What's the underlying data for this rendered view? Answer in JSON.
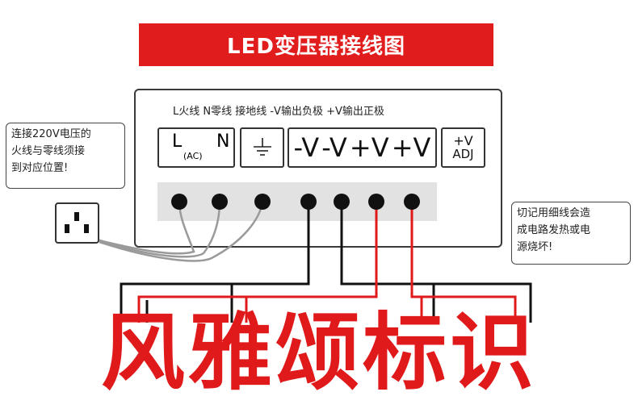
{
  "title": "LED变压器接线图",
  "device": {
    "legend": "L火线 N零线 接地线 -V输出负极 +V输出正极",
    "terminal_L": "L",
    "terminal_N": "N",
    "terminal_ac": "(AC)",
    "terminal_v": [
      "-V",
      "-V",
      "+V",
      "+V"
    ],
    "adj_top": "+V",
    "adj_bottom": "ADJ"
  },
  "note_left": [
    "连接220V电压的",
    "火线与零线须接",
    "到对应位置!"
  ],
  "note_right": [
    "切记用细线会造",
    "成电路发热或电",
    "源烧坏!"
  ],
  "watermark": "风雅颂标识",
  "colors": {
    "banner": "#e11c1c",
    "negative_wire": "#111111",
    "positive_wire": "#e0191b",
    "input_wire": "#9a9a9a",
    "watermark": "#e0191b"
  },
  "icons": {
    "ground": "ground-symbol-icon",
    "outlet": "power-outlet-icon"
  }
}
